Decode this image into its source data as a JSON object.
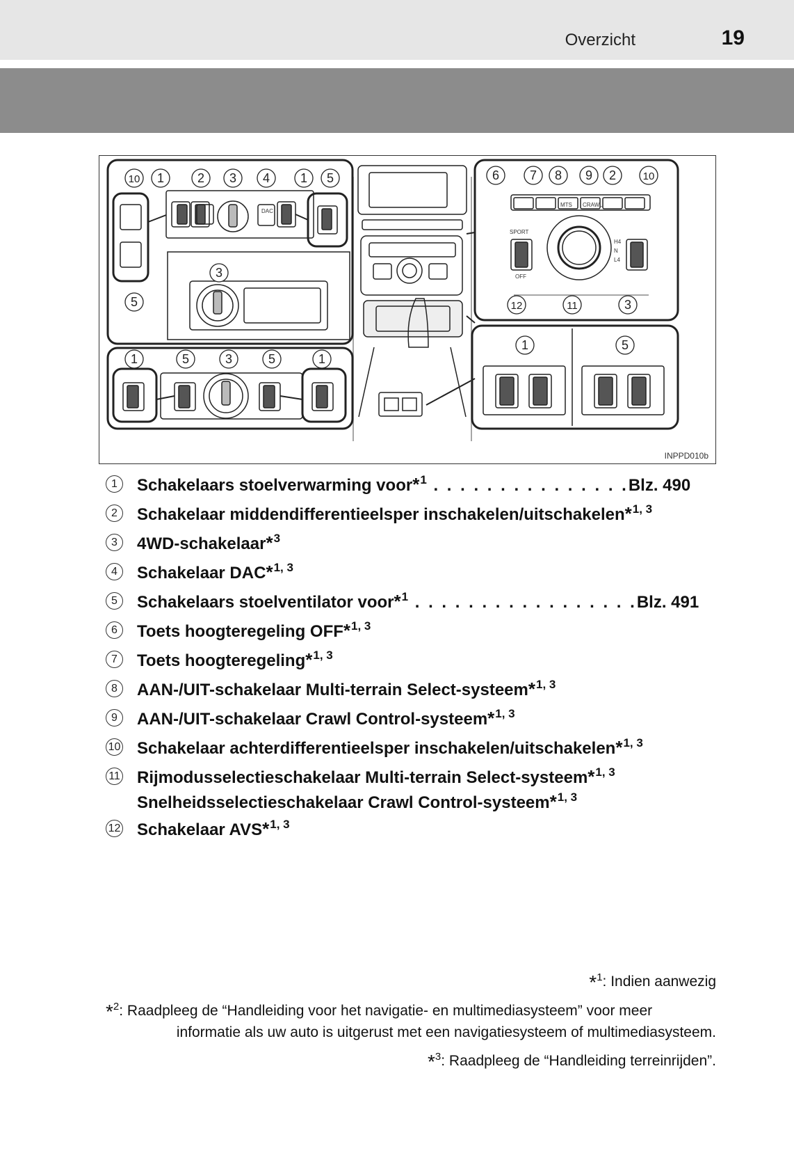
{
  "header": {
    "section_title": "Overzicht",
    "page_number": "19"
  },
  "figure": {
    "code": "INPPD010b",
    "callouts": [
      "1",
      "2",
      "3",
      "4",
      "5",
      "6",
      "7",
      "8",
      "9",
      "10",
      "11",
      "12"
    ],
    "panel_labels": {
      "dac": "DAC",
      "mts": "MTS",
      "crawl": "CRAWL",
      "sport": "SPORT",
      "off": "OFF",
      "hi": "H4",
      "n": "N",
      "lo": "L4"
    }
  },
  "legend": [
    {
      "num": "1",
      "label": "Schakelaars stoelverwarming voor",
      "sup": "1",
      "leader": " . . . . . . . . . . . . . . .",
      "ref": "Blz. 490"
    },
    {
      "num": "2",
      "label": "Schakelaar middendifferentieelsper inschakelen/uitschakelen",
      "sup": "1, 3"
    },
    {
      "num": "3",
      "label": "4WD-schakelaar",
      "sup": "3"
    },
    {
      "num": "4",
      "label": "Schakelaar DAC",
      "sup": "1, 3"
    },
    {
      "num": "5",
      "label": "Schakelaars stoelventilator voor",
      "sup": "1",
      "leader": " . . . . . . . . . . . . . . . . .",
      "ref": "Blz. 491"
    },
    {
      "num": "6",
      "label": "Toets hoogteregeling OFF",
      "sup": "1, 3"
    },
    {
      "num": "7",
      "label": "Toets hoogteregeling",
      "sup": "1, 3"
    },
    {
      "num": "8",
      "label": "AAN-/UIT-schakelaar Multi-terrain Select-systeem",
      "sup": "1, 3"
    },
    {
      "num": "9",
      "label": "AAN-/UIT-schakelaar Crawl Control-systeem",
      "sup": "1, 3"
    },
    {
      "num": "10",
      "label": "Schakelaar achterdifferentieelsper inschakelen/uitschakelen",
      "sup": "1, 3"
    },
    {
      "num": "11",
      "label": "Rijmodusselectieschakelaar Multi-terrain Select-systeem",
      "sup": "1, 3",
      "label2": "Snelheidsselectieschakelaar Crawl Control-systeem",
      "sup2": "1, 3"
    },
    {
      "num": "12",
      "label": "Schakelaar AVS",
      "sup": "1, 3"
    }
  ],
  "footnotes": {
    "star": "*",
    "fn1_num": "1",
    "fn1_text": ": Indien aanwezig",
    "fn2_num": "2",
    "fn2_line1": ": Raadpleeg de “Handleiding voor het navigatie- en multimediasysteem” voor meer",
    "fn2_line2": "informatie als uw auto is uitgerust met een navigatiesysteem of multimediasysteem.",
    "fn3_num": "3",
    "fn3_text": ": Raadpleeg de “Handleiding terreinrijden”."
  }
}
